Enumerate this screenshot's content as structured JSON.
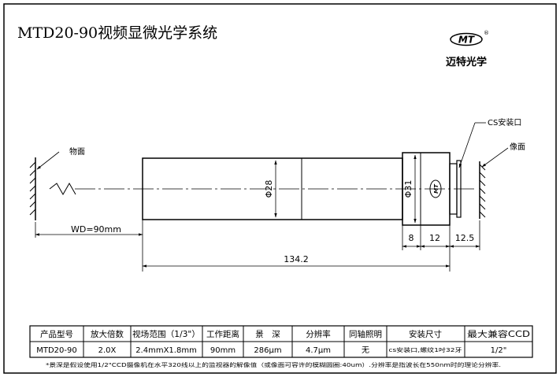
{
  "title": "MTD20-90视频显微光学系统",
  "logo": {
    "mark": "MT",
    "registered": "®",
    "brand": "迈特光学",
    "lens_mark": "MT"
  },
  "labels": {
    "object_plane": "物面",
    "image_plane": "像面",
    "cs_mount": "CS安装口",
    "wd": "WD=90mm",
    "dia_tube": "Φ28",
    "dia_mount": "Φ31",
    "dim_8": "8",
    "dim_12": "12",
    "dim_12_5": "12.5",
    "dim_total": "134.2"
  },
  "table": {
    "headers": [
      "产品型号",
      "放大倍数",
      "视场范围（1/3\"）",
      "工作距离",
      "景　深",
      "分辨率",
      "同轴照明",
      "安装尺寸",
      "最大兼容CCD"
    ],
    "row": [
      "MTD20-90",
      "2.0X",
      "2.4mmX1.8mm",
      "90mm",
      "286μm",
      "4.7μm",
      "无",
      "cs安装口,螺纹1吋32牙",
      "1/2\""
    ]
  },
  "footnote": "*景深是假设使用1/2\"CCD摄像机在水平320线以上的监视器的解像值（或像面可容许的模糊圆圈:40um）.分辨率是指波长在550nm时的理论分辨率."
}
